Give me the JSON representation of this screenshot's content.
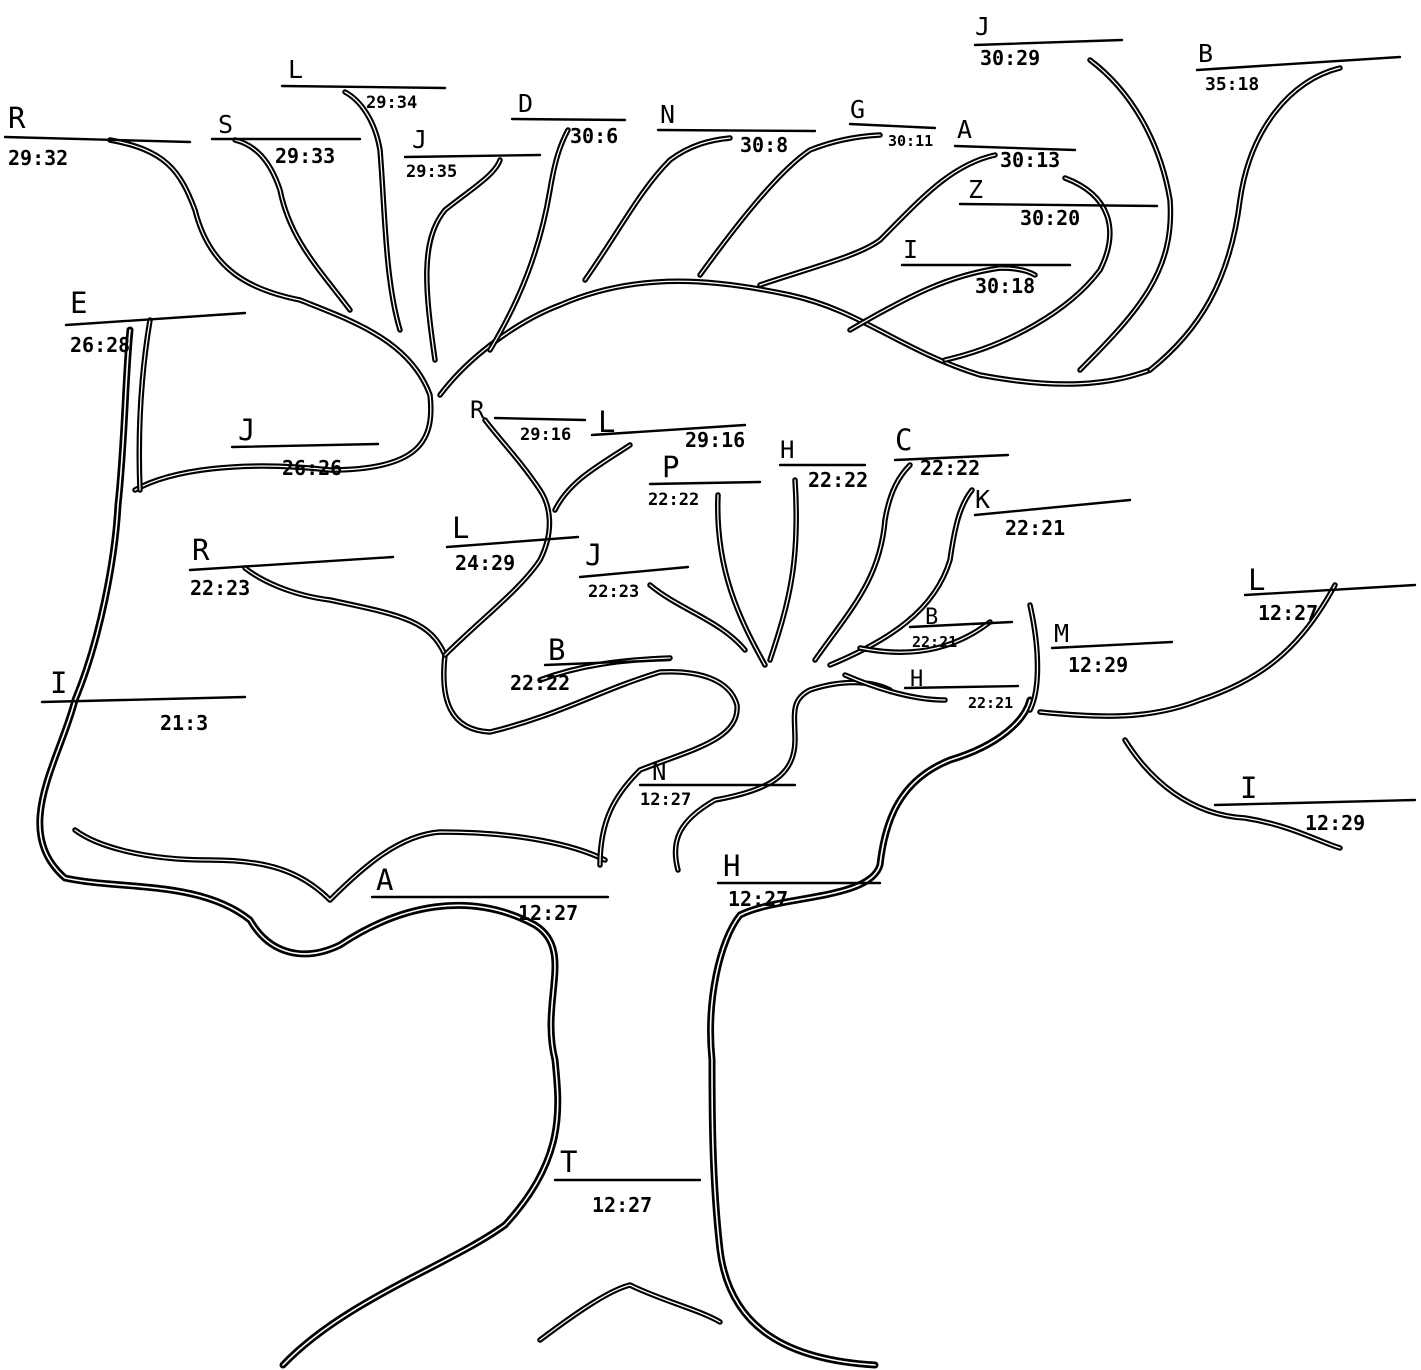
{
  "labels": [
    {
      "letter": "T",
      "value": "12:27"
    },
    {
      "letter": "A",
      "value": "12:27"
    },
    {
      "letter": "H",
      "value": "12:27"
    },
    {
      "letter": "N",
      "value": "12:27"
    },
    {
      "letter": "I",
      "value": "21:3"
    },
    {
      "letter": "E",
      "value": "26:28"
    },
    {
      "letter": "J",
      "value": "26:26"
    },
    {
      "letter": "R",
      "value": "22:23"
    },
    {
      "letter": "L",
      "value": "24:29"
    },
    {
      "letter": "R",
      "value": "29:16"
    },
    {
      "letter": "L",
      "value": "29:16"
    },
    {
      "letter": "B",
      "value": "22:22"
    },
    {
      "letter": "J",
      "value": "22:23"
    },
    {
      "letter": "P",
      "value": "22:22"
    },
    {
      "letter": "H",
      "value": "22:22"
    },
    {
      "letter": "C",
      "value": "22:22"
    },
    {
      "letter": "K",
      "value": "22:21"
    },
    {
      "letter": "B",
      "value": "22:21"
    },
    {
      "letter": "H",
      "value": "22:21"
    },
    {
      "letter": "M",
      "value": "12:29"
    },
    {
      "letter": "L",
      "value": "12:27"
    },
    {
      "letter": "I",
      "value": "12:29"
    },
    {
      "letter": "R",
      "value": "29:32"
    },
    {
      "letter": "S",
      "value": "29:33"
    },
    {
      "letter": "L",
      "value": "29:34"
    },
    {
      "letter": "J",
      "value": "29:35"
    },
    {
      "letter": "D",
      "value": "30:6"
    },
    {
      "letter": "N",
      "value": "30:8"
    },
    {
      "letter": "G",
      "value": "30:11"
    },
    {
      "letter": "A",
      "value": "30:13"
    },
    {
      "letter": "Z",
      "value": "30:20"
    },
    {
      "letter": "I",
      "value": "30:18"
    },
    {
      "letter": "J",
      "value": "30:29"
    },
    {
      "letter": "B",
      "value": "35:18"
    }
  ]
}
